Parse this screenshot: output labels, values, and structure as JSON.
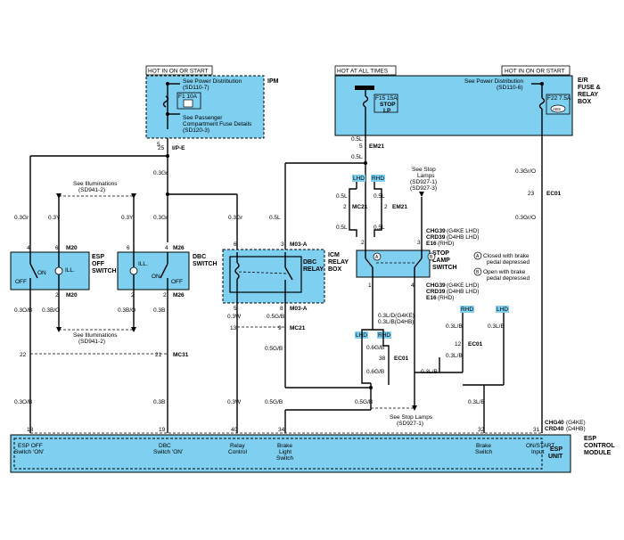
{
  "headers": {
    "ipm_hot": "HOT IN ON OR START",
    "all_times": "HOT AT ALL TIMES",
    "er_hot": "HOT IN ON OR START"
  },
  "ipm": {
    "name": "IPM",
    "ref1": "See Power Distribution",
    "ref1b": "(SD110-7)",
    "fuse": "F1 10A",
    "ref2": "See Passenger",
    "ref2b": "Compartment Fuse Details",
    "ref2c": "(SD120-3)",
    "pin": "25",
    "conn": "I/P-E"
  },
  "er_box": {
    "name1": "E/R",
    "name2": "FUSE &",
    "name3": "RELAY",
    "name4": "BOX",
    "ref": "See Power Distribution",
    "refb": "(SD110-6)",
    "fuse_stop": "F15 15A",
    "stop_label1": "STOP",
    "stop_label2": "LP",
    "fuse_abs": "F22 7.5A",
    "abs": "ABS"
  },
  "wires": {
    "w03gr_a": "0.3Gr",
    "w03y_a": "0.3Y",
    "w03y_b": "0.3Y",
    "w03gr_b": "0.3Gr",
    "w03gr_c": "0.3Gr",
    "w03gr_d": "0.3Gr",
    "w05l_a": "0.5L",
    "w05l_b": "0.5L",
    "w05l_c": "0.5L",
    "w05l_d": "0.5L",
    "w05l_e": "0.5L",
    "w05l_f": "0.5L",
    "w05l_g": "0.5L",
    "w05l_h": "0.5L",
    "w03gr_e": "0.3Gr",
    "w03gr_f": "0.3Gr",
    "w03gro_a": "0.3Gr/O",
    "w03gro_b": "0.3Gr/O",
    "w03ob_a": "0.3O/B",
    "w03bo": "0.3B/O",
    "w03bo_b": "0.3B/O",
    "w03b_a": "0.3B",
    "w03w_a": "0.3W",
    "w05gb_a": "0.5G/B",
    "w03ob_b": "0.3O/B",
    "w03b_b": "0.3B",
    "w03w_b": "0.3W",
    "w05gb_b": "0.5G/B",
    "w03l_d": "0.3L/D(G4KE)",
    "w03l_b": "0.3L/B(D4HB)",
    "w06gb_a": "0.6G/B",
    "w06gb_b": "0.6G/B",
    "w05gb_c": "0.5G/B",
    "w05gb_d": "0.5G/B",
    "w03lb_1": "0.3L/B",
    "w03lb_2": "0.3L/B",
    "w03lb_3": "0.3L/B",
    "w03lb_4": "0.3L/B",
    "w03lb_5": "0.3L/B"
  },
  "connectors": {
    "em21": "EM21",
    "mc21": "MC21",
    "em21b": "EM21",
    "m03a": "M03-A",
    "m03a_b": "M03-A",
    "mc21b": "MC21",
    "mc31": "MC31",
    "ec01": "EC01",
    "ec01b": "EC01",
    "ec01c": "EC01",
    "m20": "M20",
    "m20b": "M20",
    "m26": "M26",
    "m26b": "M26",
    "chg39": "CHG39",
    "chg39_note": "(G4KE LHD)",
    "crd39": "CRD39",
    "crd39_note": "(D4HB LHD)",
    "e16": "E16",
    "e16_note": "(RHD)",
    "chg39b": "CHG39",
    "chg39b_note": "(G4KE LHD)",
    "crd39b": "CRD39",
    "crd39b_note": "(D4HB LHD)",
    "e16b": "E16",
    "e16b_note": "(RHD)",
    "chg40": "CHG40",
    "chg40_note": "(G4KE)",
    "crd40": "CRD40",
    "crd40_note": "(D4HB)"
  },
  "pins": {
    "p5": "5",
    "p4": "4",
    "p6": "6",
    "p6b": "6",
    "p4b": "4",
    "p6c": "6",
    "p3": "3",
    "p2": "2",
    "p3b": "3",
    "p23": "23",
    "p2b": "2",
    "p2c": "2",
    "p4c": "4",
    "p5b": "5",
    "p8": "8",
    "p1": "1",
    "p4d": "4",
    "p13": "13",
    "p9": "9",
    "p22": "22",
    "p21": "21",
    "p38": "38",
    "p12": "12",
    "p18": "18",
    "p19": "19",
    "p40": "40",
    "p34": "34",
    "p32": "32",
    "p31": "31",
    "p2d": "2",
    "p2e": "2",
    "p2f": "2",
    "p2g": "2"
  },
  "notes": {
    "illum1": "See Illuminations",
    "illum1b": "(SD941-2)",
    "illum2": "See Illuminations",
    "illum2b": "(SD941-2)",
    "stop_ref": "See Stop",
    "stop_refb": "Lamps",
    "stop_refc": "(SD927-1)",
    "stop_refd": "(SD927-3)",
    "stop_ref2": "See Stop Lamps",
    "stop_ref2b": "(SD927-1)"
  },
  "tags": {
    "lhd": "LHD",
    "rhd": "RHD",
    "lhd2": "LHD",
    "rhd2": "RHD",
    "rhd3": "RHD",
    "lhd3": "LHD"
  },
  "switches": {
    "esp_off": "ESP",
    "esp_off2": "OFF",
    "esp_off3": "SWITCH",
    "on": "ON",
    "off": "OFF",
    "ill": "ILL.",
    "dbc": "DBC",
    "dbc2": "SWITCH",
    "on2": "ON",
    "off2": "OFF",
    "ill2": "ILL."
  },
  "relay": {
    "icm1": "ICM",
    "icm2": "RELAY",
    "icm3": "BOX",
    "dbc1": "DBC",
    "dbc2": "RELAY"
  },
  "stop_switch": {
    "name1": "STOP",
    "name2": "LAMP",
    "name3": "SWITCH",
    "a": "A",
    "b": "B",
    "legend_a": "Closed with brake",
    "legend_a2": "pedal depressed",
    "legend_b": "Open with brake",
    "legend_b2": "pedal depressed"
  },
  "esp_unit": {
    "name1": "ESP",
    "name2": "CONTROL",
    "name3": "MODULE",
    "unit": "ESP",
    "unit2": "UNIT",
    "in1a": "ESP OFF",
    "in1b": "Switch 'ON'",
    "in2a": "DBC",
    "in2b": "Switch 'ON'",
    "in3a": "Relay",
    "in3b": "Control",
    "in4a": "Brake",
    "in4b": "Light",
    "in4c": "Switch",
    "in5a": "Brake",
    "in5b": "Switch",
    "in6a": "ON/START",
    "in6b": "Input"
  }
}
